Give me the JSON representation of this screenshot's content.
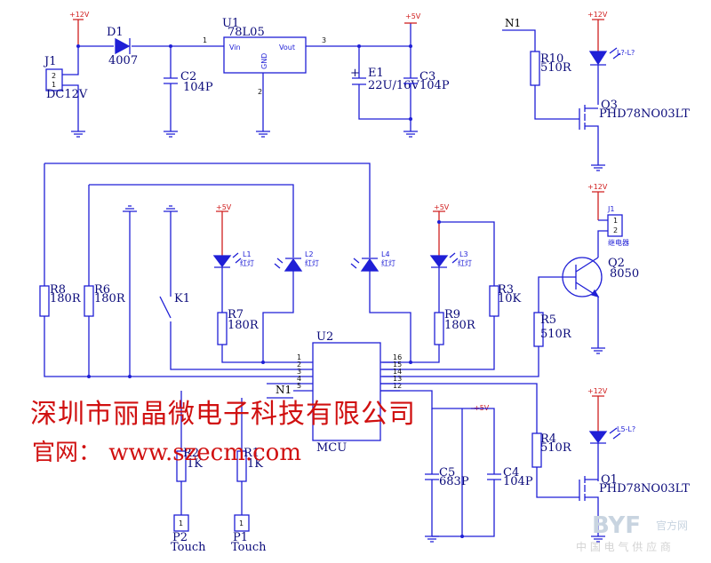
{
  "colors": {
    "wire": "#1f1fd6",
    "label": "#0a0a7a",
    "supply": "#d02020",
    "watermark": "#d01010"
  },
  "supply": {
    "v12": "+12V",
    "v5": "+5V"
  },
  "net": {
    "n1": "N1"
  },
  "parts": {
    "j1": {
      "ref": "J1",
      "value": "DC12V",
      "pin2": "2",
      "pin1": "1"
    },
    "d1": {
      "ref": "D1",
      "value": "4007"
    },
    "c2": {
      "ref": "C2",
      "value": "104P"
    },
    "u1": {
      "ref": "U1",
      "value": "78L05",
      "vin": "Vin",
      "vout": "Vout",
      "gnd": "GND",
      "p1": "1",
      "p2": "2",
      "p3": "3"
    },
    "e1": {
      "ref": "E1",
      "value": "22U/16V",
      "plus": "+"
    },
    "c3": {
      "ref": "C3",
      "value": "104P"
    },
    "r10": {
      "ref": "R10",
      "value": "510R"
    },
    "led_top": {
      "ref": "L?-L?"
    },
    "q3": {
      "ref": "Q3",
      "value": "PHD78NO03LT"
    },
    "j1b": {
      "ref": "J1",
      "p1": "1",
      "p2": "2",
      "label": "继电器"
    },
    "q2": {
      "ref": "Q2",
      "value": "8050"
    },
    "r5": {
      "ref": "R5",
      "value": "510R"
    },
    "r8": {
      "ref": "R8",
      "value": "180R"
    },
    "r6": {
      "ref": "R6",
      "value": "180R"
    },
    "k1": {
      "ref": "K1"
    },
    "l1": {
      "ref": "L1",
      "value": "红灯"
    },
    "l2": {
      "ref": "L2",
      "value": "红灯"
    },
    "l4": {
      "ref": "L4",
      "value": "红灯"
    },
    "l3": {
      "ref": "L3",
      "value": "红灯"
    },
    "r7": {
      "ref": "R7",
      "value": "180R"
    },
    "r9": {
      "ref": "R9",
      "value": "180R"
    },
    "r3": {
      "ref": "R3",
      "value": "10K"
    },
    "u2": {
      "ref": "U2",
      "value": "MCU",
      "pins_left": [
        "1",
        "2",
        "3",
        "4",
        "5"
      ],
      "pins_right": [
        "16",
        "15",
        "14",
        "13",
        "12"
      ]
    },
    "r4": {
      "ref": "R4",
      "value": "510R"
    },
    "led5": {
      "ref": "L5-L?"
    },
    "q1": {
      "ref": "Q1",
      "value": "PHD78NO03LT"
    },
    "r2": {
      "ref": "R2",
      "value": "1K"
    },
    "r1": {
      "ref": "R1",
      "value": "1K"
    },
    "c5": {
      "ref": "C5",
      "value": "683P"
    },
    "c4": {
      "ref": "C4",
      "value": "104P"
    },
    "p2": {
      "ref": "P2",
      "value": "Touch",
      "pin": "1"
    },
    "p1": {
      "ref": "P1",
      "value": "Touch",
      "pin": "1"
    }
  },
  "watermark": {
    "company": "深圳市丽晶微电子科技有限公司",
    "website": "官网：  www.szecm.com"
  },
  "logo": {
    "brand": "BYF",
    "site": "官方网",
    "tagline": "中 国 电 气 供 应 商"
  }
}
